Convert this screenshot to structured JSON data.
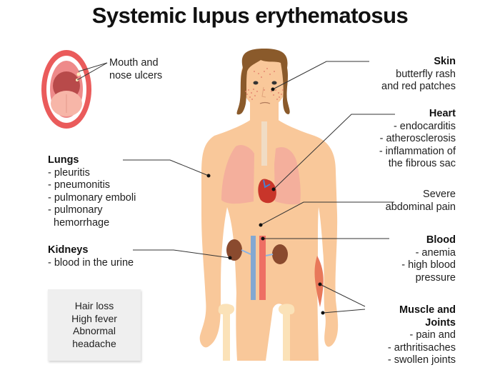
{
  "title": "Systemic lupus erythematosus",
  "colors": {
    "skin": "#f9c89a",
    "hair": "#8a5a2b",
    "lung": "#f3a99b",
    "heart": "#c8352a",
    "kidney": "#8a4a2e",
    "vein": "#6fa2dc",
    "artery": "#ec5f5a",
    "bone": "#fbe2b8",
    "muscle": "#e8785a",
    "line": "#333333",
    "infobox_bg": "#efefef"
  },
  "callouts": {
    "mouth": {
      "lines": [
        "Mouth and",
        "nose ulcers"
      ]
    },
    "skin": {
      "heading": "Skin",
      "lines": [
        "butterfly rash",
        "and red patches"
      ]
    },
    "heart": {
      "heading": "Heart",
      "lines": [
        "- endocarditis",
        "- atherosclerosis",
        "- inflammation of",
        "the fibrous sac"
      ]
    },
    "lungs": {
      "heading": "Lungs",
      "lines": [
        "- pleuritis",
        "- pneumonitis",
        "- pulmonary emboli",
        "- pulmonary",
        "hemorrhage"
      ]
    },
    "abdomen": {
      "lines": [
        "Severe",
        "abdominal pain"
      ]
    },
    "kidneys": {
      "heading": "Kidneys",
      "lines": [
        "- blood in the urine"
      ]
    },
    "blood": {
      "heading": "Blood",
      "lines": [
        "- anemia",
        "- high blood",
        "pressure"
      ]
    },
    "muscle": {
      "heading": "Muscle and",
      "heading2": "Joints",
      "lines": [
        "- pain and",
        "- arthritisaches",
        "- swollen joints"
      ]
    }
  },
  "infobox": {
    "lines": [
      "Hair loss",
      "High fever",
      "Abnormal",
      "headache"
    ]
  }
}
